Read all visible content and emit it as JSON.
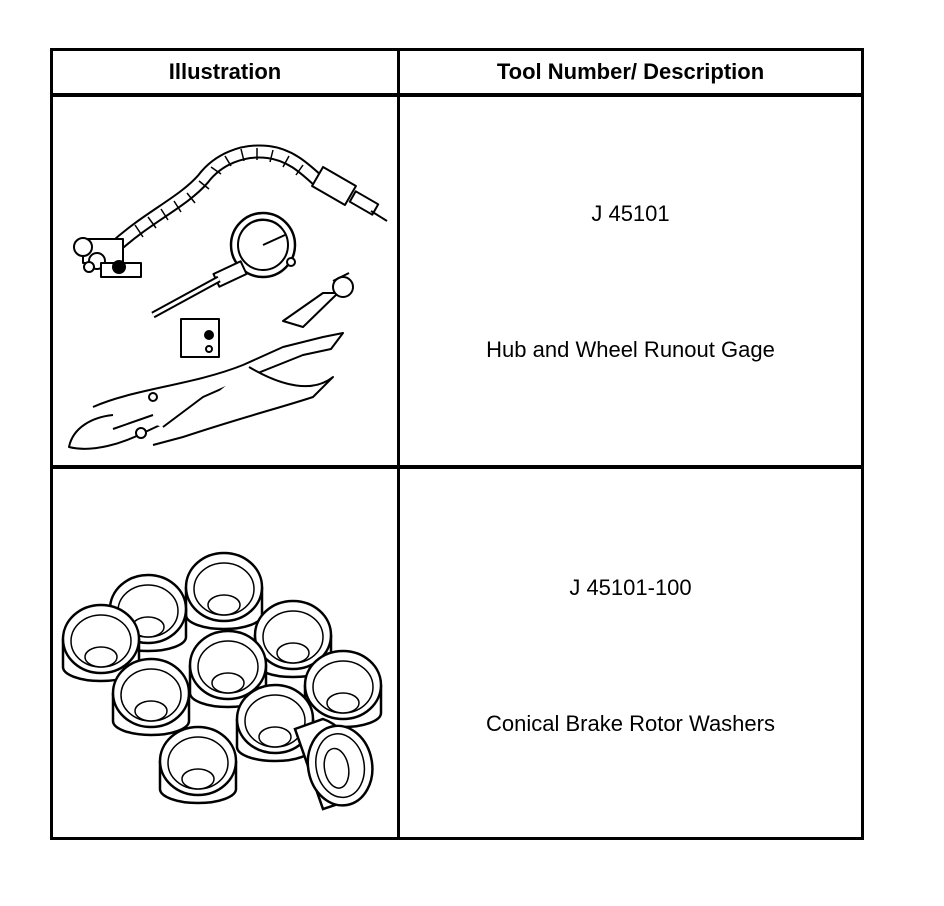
{
  "table": {
    "headers": [
      "Illustration",
      "Tool Number/ Description"
    ],
    "rows": [
      {
        "tool_number": "J 45101",
        "description": "Hub and Wheel Runout Gage",
        "illustration_icon": "runout-gage-icon"
      },
      {
        "tool_number": "J 45101-100",
        "description": "Conical Brake Rotor Washers",
        "illustration_icon": "conical-washers-icon"
      }
    ]
  }
}
